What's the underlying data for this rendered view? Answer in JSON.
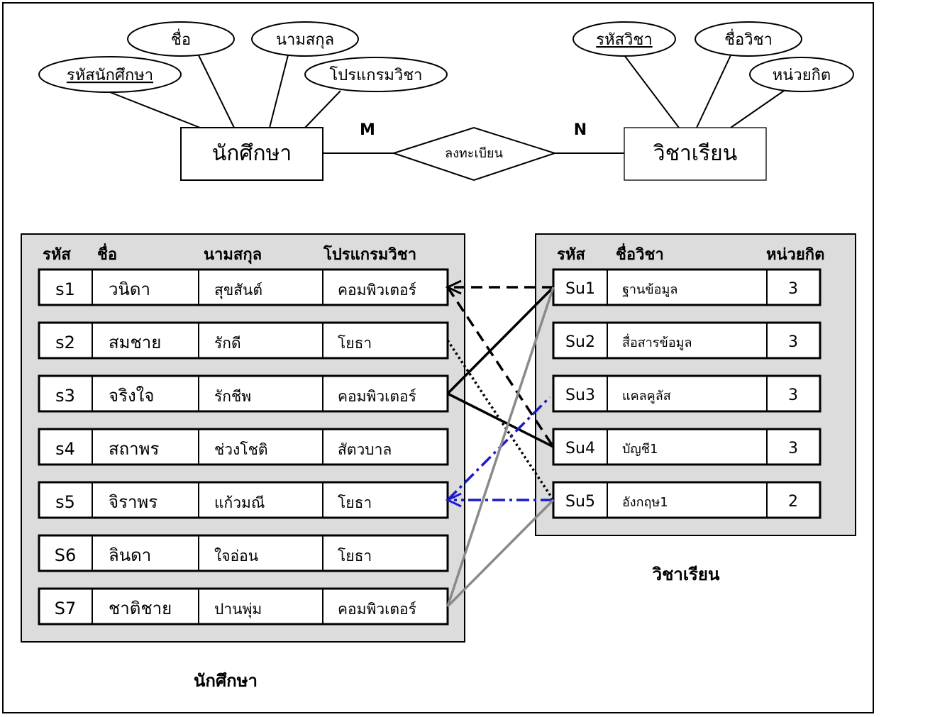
{
  "er": {
    "entity_student": "นักศึกษา",
    "entity_subject": "วิชาเรียน",
    "relationship": "ลงทะเบียน",
    "card_m": "M",
    "card_n": "N",
    "student_attrs": {
      "id": "รหัสนักศึกษา",
      "name": "ชื่อ",
      "surname": "นามสกุล",
      "program": "โปรแกรมวิชา"
    },
    "subject_attrs": {
      "id": "รหัสวิชา",
      "name": "ชื่อวิชา",
      "credit": "หน่วยกิต"
    }
  },
  "students": {
    "headers": [
      "รหัส",
      "ชื่อ",
      "นามสกุล",
      "โปรแกรมวิชา"
    ],
    "rows": [
      [
        "s1",
        "วนิดา",
        "สุขสันต์",
        "คอมพิวเตอร์"
      ],
      [
        "s2",
        "สมชาย",
        "รักดี",
        "โยธา"
      ],
      [
        "s3",
        "จริงใจ",
        "รักชีพ",
        "คอมพิวเตอร์"
      ],
      [
        "s4",
        "สถาพร",
        "ช่วงโชติ",
        "สัตวบาล"
      ],
      [
        "s5",
        "จิราพร",
        "แก้วมณี",
        "โยธา"
      ],
      [
        "S6",
        "ลินดา",
        "ใจอ่อน",
        "โยธา"
      ],
      [
        "S7",
        "ชาติชาย",
        "ปานพุ่ม",
        "คอมพิวเตอร์"
      ]
    ],
    "caption": "นักศึกษา"
  },
  "subjects": {
    "headers": [
      "รหัส",
      "ชื่อวิชา",
      "หน่วยกิต"
    ],
    "rows": [
      [
        "Su1",
        "ฐานข้อมูล",
        "3"
      ],
      [
        "Su2",
        "สื่อสารข้อมูล",
        "3"
      ],
      [
        "Su3",
        "แคลคูลัส",
        "3"
      ],
      [
        "Su4",
        "บัญชี1",
        "3"
      ],
      [
        "Su5",
        "อังกฤษ1",
        "2"
      ]
    ],
    "caption": "วิชาเรียน"
  },
  "colors": {
    "panel_bg": "#dcdcdc",
    "gray_line": "#8a8a8a",
    "blue_line": "#1a1acc"
  }
}
